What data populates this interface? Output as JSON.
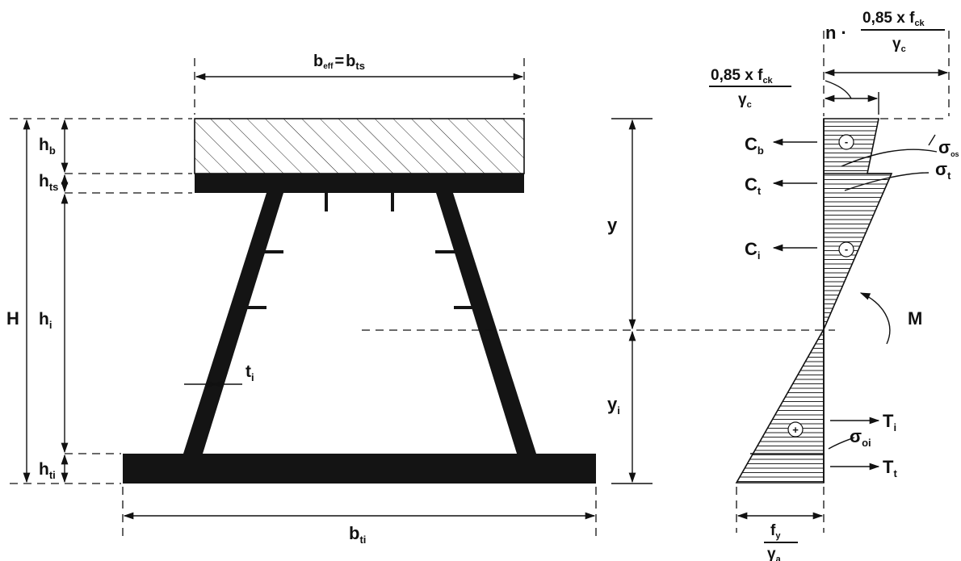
{
  "labels": {
    "beff": {
      "main": "b",
      "sub": "eff",
      "eq": "=",
      "main2": "b",
      "sub2": "ts"
    },
    "hb": {
      "main": "h",
      "sub": "b"
    },
    "hts": {
      "main": "h",
      "sub": "ts"
    },
    "H": {
      "main": "H"
    },
    "hi": {
      "main": "h",
      "sub": "i"
    },
    "hti": {
      "main": "h",
      "sub": "ti"
    },
    "bti": {
      "main": "b",
      "sub": "ti"
    },
    "ti": {
      "main": "t",
      "sub": "i"
    },
    "y": {
      "main": "y"
    },
    "yi": {
      "main": "y",
      "sub": "i"
    },
    "Cb": {
      "main": "C",
      "sub": "b"
    },
    "Ct": {
      "main": "C",
      "sub": "t"
    },
    "Ci": {
      "main": "C",
      "sub": "i"
    },
    "Ti": {
      "main": "T",
      "sub": "i"
    },
    "Tt": {
      "main": "T",
      "sub": "t"
    },
    "M": {
      "main": "M"
    },
    "sigma_os": {
      "main": "σ",
      "sub": "os"
    },
    "sigma_t": {
      "main": "σ",
      "sub": "t"
    },
    "sigma_oi": {
      "main": "σ",
      "sub": "oi"
    },
    "minus_sign": "-",
    "plus_sign": "+",
    "top_formula": {
      "n": "n",
      "dot": "·",
      "num": "0,85 x f",
      "num_sub": "ck",
      "den": "γ",
      "den_sub": "c"
    },
    "mid_formula": {
      "num": "0,85 x f",
      "num_sub": "ck",
      "den": "γ",
      "den_sub": "c"
    },
    "bottom_formula": {
      "num": "f",
      "num_sub": "y",
      "den": "γ",
      "den_sub": "a"
    }
  }
}
